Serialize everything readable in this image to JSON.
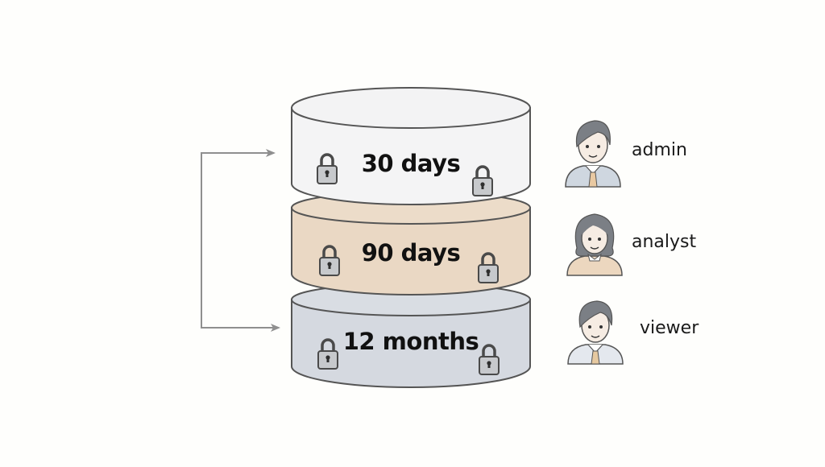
{
  "diagram": {
    "type": "tiered-retention-stack",
    "tiers": [
      {
        "label": "30 days",
        "fill": "#f4f4f5",
        "top_fill": "#f3f3f4"
      },
      {
        "label": "90 days",
        "fill": "#ead8c4",
        "top_fill": "#ecdcc9"
      },
      {
        "label": "12 months",
        "fill": "#d5d9e0",
        "top_fill": "#d9dde3"
      }
    ],
    "roles": [
      {
        "label": "admin",
        "avatar": "male-user-avatar",
        "shirt": "#cfd7e0",
        "tie": "#e9c9a2"
      },
      {
        "label": "analyst",
        "avatar": "female-user-avatar",
        "shirt": "#ecd7bf"
      },
      {
        "label": "viewer",
        "avatar": "male-user-avatar",
        "shirt": "#e4e8ee",
        "tie": "#e6c9a0"
      }
    ],
    "connector": {
      "from": "tier-1",
      "to": "tier-3",
      "color": "#8f8f8f"
    },
    "colors": {
      "outline": "#555555",
      "lock_body": "#c7c9cc",
      "lock_outline": "#4a4a4a",
      "hair": "#7b7f85",
      "skin": "#f6ece3"
    }
  }
}
